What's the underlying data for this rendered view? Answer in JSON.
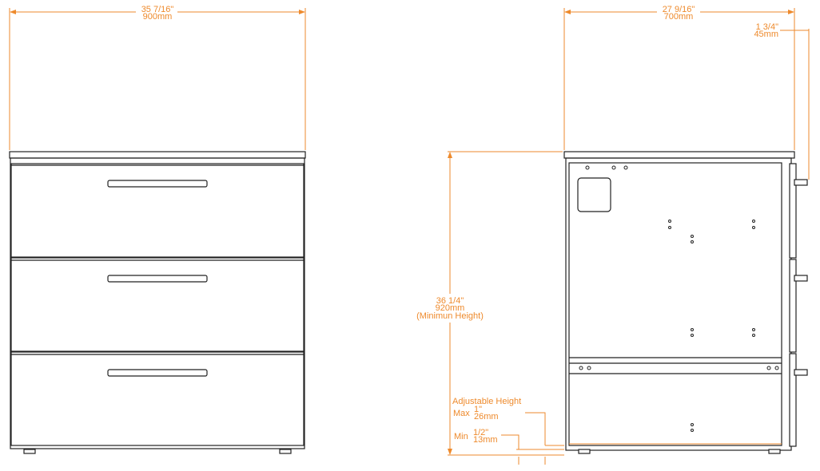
{
  "front_view": {
    "width_in": "35 7/16\"",
    "width_mm": "900mm",
    "drawer_count": 3
  },
  "side_view": {
    "depth_in": "27 9/16\"",
    "depth_mm": "700mm",
    "handle_in": "1 3/4\"",
    "handle_mm": "45mm",
    "height_in": "36 1/4\"",
    "height_mm": "920mm",
    "height_note": "(Minimun Height)",
    "adjustable_label": "Adjustable Height",
    "max_label": "Max",
    "max_in": "1\"",
    "max_mm": "26mm",
    "min_label": "Min",
    "min_in": "1/2\"",
    "min_mm": "13mm"
  },
  "colors": {
    "dimension": "#ee8a2c",
    "outline": "#222222"
  }
}
